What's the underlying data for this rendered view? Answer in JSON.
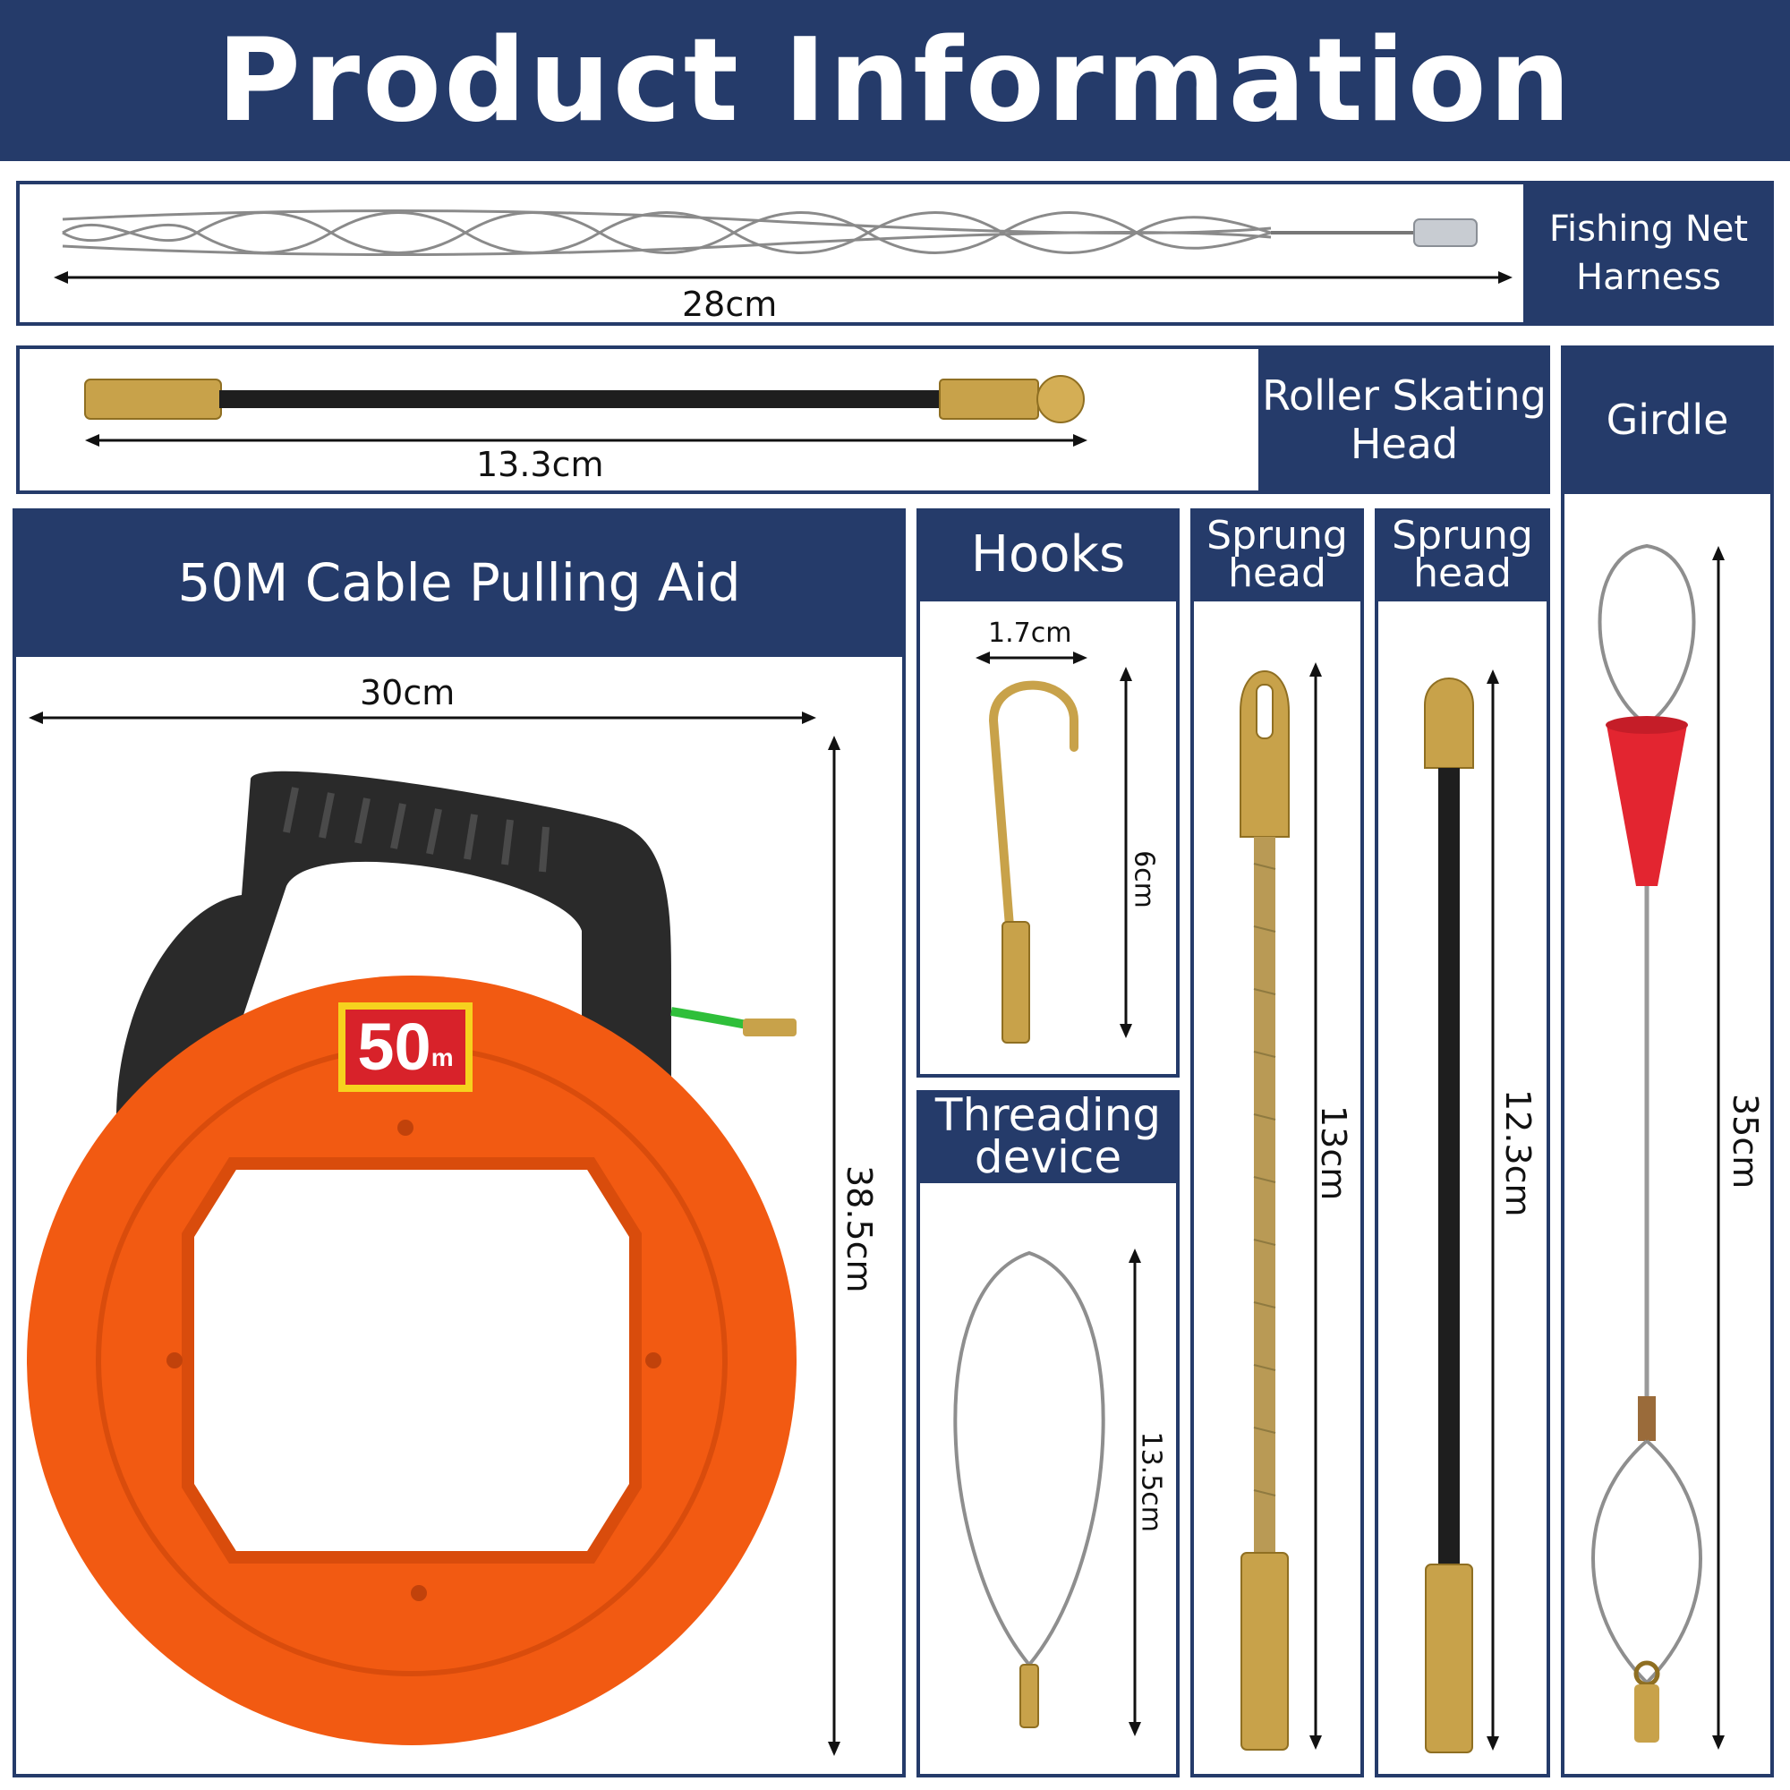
{
  "header": {
    "title": "Product Information"
  },
  "panels": {
    "fishing_net": {
      "label_line1": "Fishing Net",
      "label_line2": "Harness",
      "dimension": "28cm"
    },
    "roller_head": {
      "label_line1": "Roller Skating",
      "label_line2": "Head",
      "dimension": "13.3cm"
    },
    "girdle": {
      "label": "Girdle",
      "dimension": "35cm"
    },
    "cable_aid": {
      "label": "50M Cable Pulling Aid",
      "width": "30cm",
      "height": "38.5cm",
      "badge_number": "50",
      "badge_unit": "m"
    },
    "hooks": {
      "label": "Hooks",
      "width": "1.7cm",
      "height": "6cm"
    },
    "threading": {
      "label_line1": "Threading",
      "label_line2": "device",
      "dimension": "13.5cm"
    },
    "sprung_head_1": {
      "label_line1": "Sprung",
      "label_line2": "head",
      "dimension": "13cm"
    },
    "sprung_head_2": {
      "label_line1": "Sprung",
      "label_line2": "head",
      "dimension": "12.3cm"
    }
  },
  "colors": {
    "navy": "#253b6a",
    "brass": "#c8a24a",
    "reel_orange": "#f25a12",
    "handle_black": "#2a2a2a",
    "red_cone": "#e32530",
    "wire_grey": "#9a9a9a"
  }
}
